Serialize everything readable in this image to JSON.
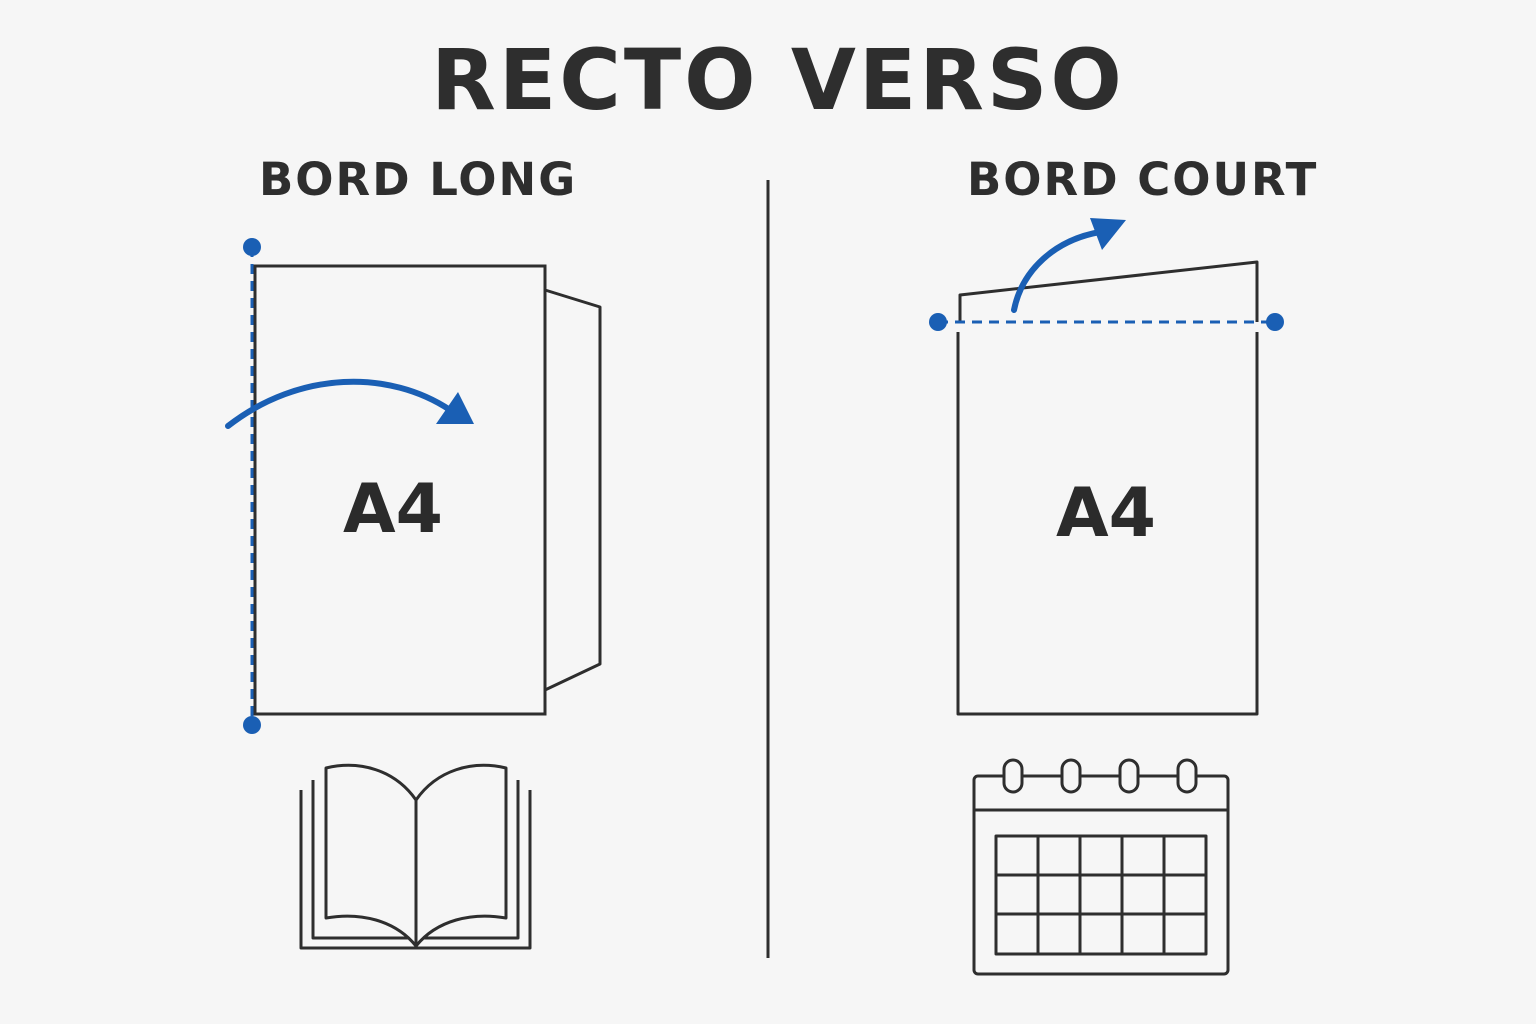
{
  "title": "RECTO VERSO",
  "left": {
    "heading": "BORD LONG",
    "paper_label": "A4",
    "illustration_icon": "open-book-icon"
  },
  "right": {
    "heading": "BORD COURT",
    "paper_label": "A4",
    "illustration_icon": "calendar-icon"
  },
  "colors": {
    "background": "#f6f6f6",
    "ink": "#2e2e2e",
    "accent_blue": "#1a5fb4"
  }
}
